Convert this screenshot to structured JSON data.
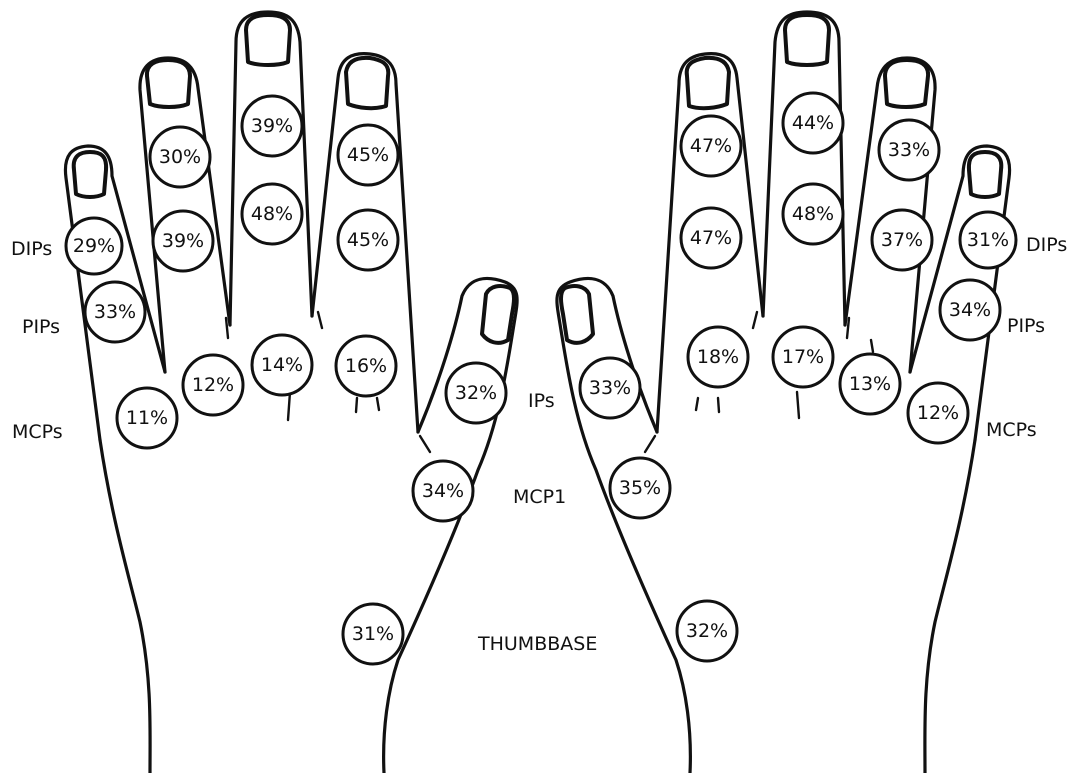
{
  "labels": {
    "left_dips": "DIPs",
    "left_pips": "PIPs",
    "left_mcps": "MCPs",
    "right_dips": "DIPs",
    "right_pips": "PIPs",
    "right_mcps": "MCPs",
    "ips": "IPs",
    "mcp1": "MCP1",
    "thumbbase": "THUMBBASE"
  },
  "left_hand": {
    "little": {
      "dip": "29%",
      "pip": "33%",
      "mcp": "11%"
    },
    "ring": {
      "dip": "30%",
      "pip": "39%",
      "mcp": "12%"
    },
    "middle": {
      "dip": "39%",
      "pip": "48%",
      "mcp": "14%"
    },
    "index": {
      "dip": "45%",
      "pip": "45%",
      "mcp": "16%"
    },
    "thumb": {
      "ip": "32%",
      "mcp1": "34%",
      "base": "31%"
    }
  },
  "right_hand": {
    "thumb": {
      "ip": "33%",
      "mcp1": "35%",
      "base": "32%"
    },
    "index": {
      "dip": "47%",
      "pip": "47%",
      "mcp": "18%"
    },
    "middle": {
      "dip": "44%",
      "pip": "48%",
      "mcp": "17%"
    },
    "ring": {
      "dip": "33%",
      "pip": "37%",
      "mcp": "13%"
    },
    "little": {
      "dip": "31%",
      "pip": "34%",
      "mcp": "12%"
    }
  }
}
